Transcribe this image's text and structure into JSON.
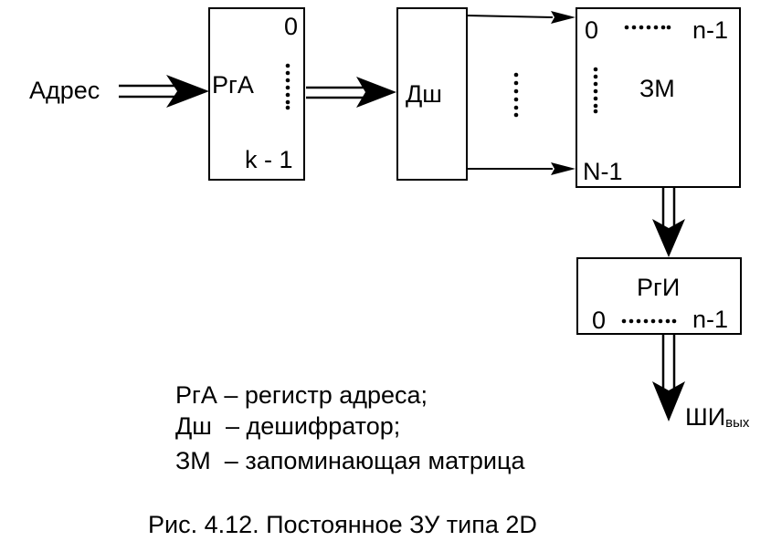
{
  "diagram": {
    "input_label": "Адрес",
    "rga": {
      "name": "РгА",
      "top_index": "0",
      "bottom_index": "k - 1"
    },
    "dsh": {
      "name": "Дш"
    },
    "zm": {
      "name": "ЗМ",
      "col_start": "0",
      "col_end": "n-1",
      "row_end": "N-1"
    },
    "rgi": {
      "name": "РгИ",
      "start": "0",
      "end": "n-1"
    },
    "output": {
      "label": "ШИ",
      "subscript": "вых"
    }
  },
  "legend": [
    "РгА – регистр адреса;",
    "Дш  – дешифратор;",
    "ЗМ  – запоминающая матрица"
  ],
  "caption": "Рис. 4.12. Постоянное ЗУ типа 2D"
}
